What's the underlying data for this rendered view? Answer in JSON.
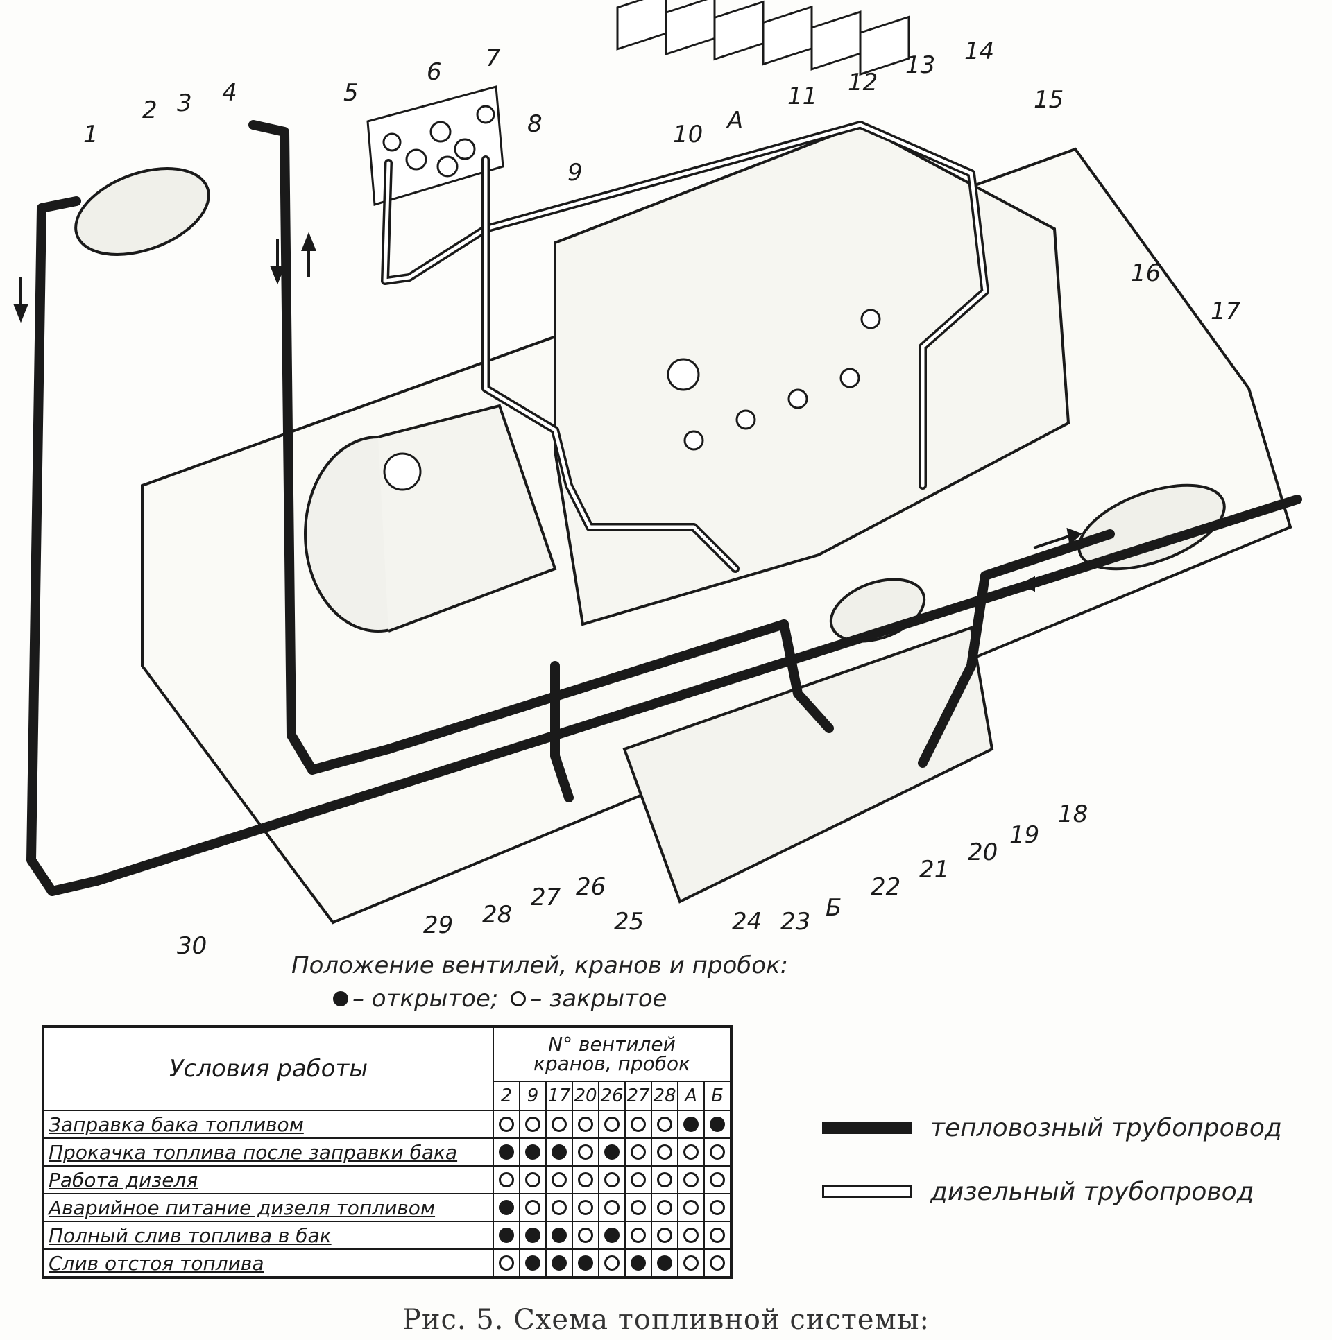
{
  "callouts": {
    "c1": "1",
    "c2": "2",
    "c3": "3",
    "c4": "4",
    "c5": "5",
    "c6": "6",
    "c7": "7",
    "c8": "8",
    "c9": "9",
    "c10": "10",
    "cA": "А",
    "c11": "11",
    "c12": "12",
    "c13": "13",
    "c14": "14",
    "c15": "15",
    "c16": "16",
    "c17": "17",
    "c18": "18",
    "c19": "19",
    "c20": "20",
    "c21": "21",
    "c22": "22",
    "cB": "Б",
    "c23": "23",
    "c24": "24",
    "c25": "25",
    "c26": "26",
    "c27": "27",
    "c28": "28",
    "c29": "29",
    "c30": "30"
  },
  "positions": {
    "title": "Положение вентилей, кранов и пробок:",
    "open_label": "– открытое;",
    "closed_label": "– закрытое"
  },
  "table": {
    "condition_header": "Условия работы",
    "numbers_header_line1": "N°  вентилей",
    "numbers_header_line2": "кранов, пробок",
    "columns": [
      "2",
      "9",
      "17",
      "20",
      "26",
      "27",
      "28",
      "А",
      "Б"
    ],
    "rows": [
      {
        "condition": "Заправка бака топливом",
        "states": [
          0,
          0,
          0,
          0,
          0,
          0,
          0,
          1,
          1
        ]
      },
      {
        "condition": "Прокачка топлива после заправки бака",
        "states": [
          1,
          1,
          1,
          0,
          1,
          0,
          0,
          0,
          0
        ]
      },
      {
        "condition": "Работа дизеля",
        "states": [
          0,
          0,
          0,
          0,
          0,
          0,
          0,
          0,
          0
        ]
      },
      {
        "condition": "Аварийное питание дизеля топливом",
        "states": [
          1,
          0,
          0,
          0,
          0,
          0,
          0,
          0,
          0
        ]
      },
      {
        "condition": "Полный слив топлива в бак",
        "states": [
          1,
          1,
          1,
          0,
          1,
          0,
          0,
          0,
          0
        ]
      },
      {
        "condition": "Слив отстоя топлива",
        "states": [
          0,
          1,
          1,
          1,
          0,
          1,
          1,
          0,
          0
        ]
      }
    ]
  },
  "legend": {
    "thick_line": "тепловозный трубопровод",
    "hollow_line": "дизельный трубопровод"
  },
  "caption": "Рис. 5. Схема топливной системы:",
  "colors": {
    "ink": "#1a1a1a",
    "paper": "#fdfdfb"
  }
}
